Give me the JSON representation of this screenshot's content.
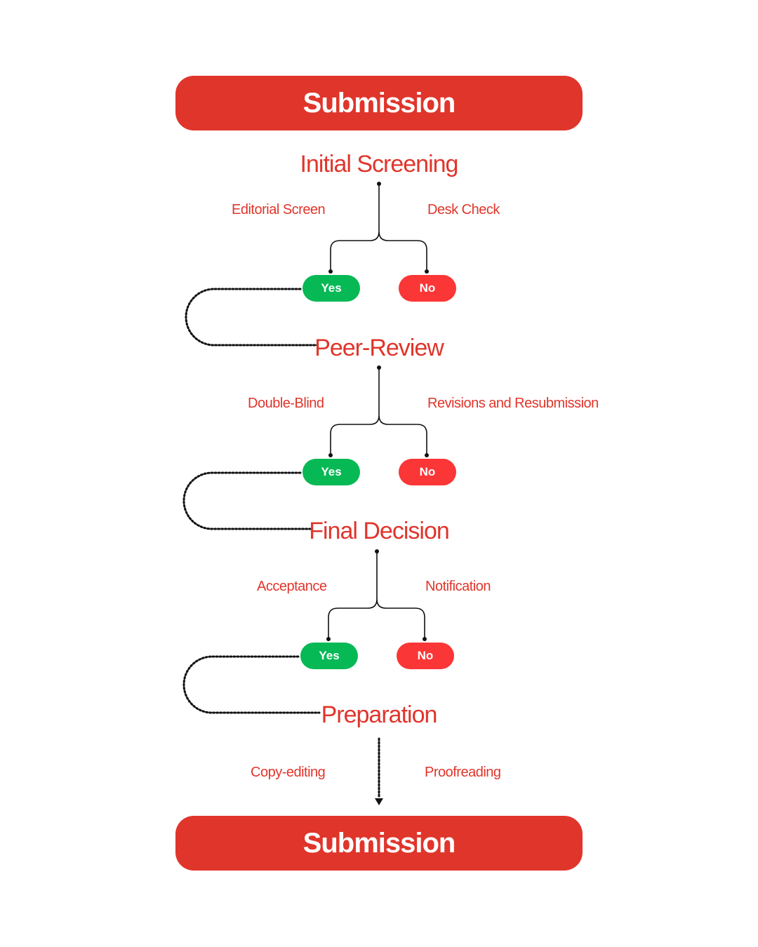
{
  "top_banner": "Submission",
  "bottom_banner": "Submission",
  "stages": [
    {
      "title": "Initial Screening",
      "left_label": "Editorial  Screen",
      "right_label": "Desk Check",
      "yes": "Yes",
      "no": "No"
    },
    {
      "title": "Peer-Review",
      "left_label": "Double-Blind",
      "right_label": "Revisions and Resubmission",
      "yes": "Yes",
      "no": "No"
    },
    {
      "title": "Final Decision",
      "left_label": "Acceptance",
      "right_label": "Notification",
      "yes": "Yes",
      "no": "No"
    },
    {
      "title": "Preparation",
      "left_label": "Copy-editing",
      "right_label": "Proofreading"
    }
  ],
  "colors": {
    "accent_red": "#e0352b",
    "yes_green": "#07b955",
    "no_red": "#fb3636",
    "connector": "#111111"
  }
}
